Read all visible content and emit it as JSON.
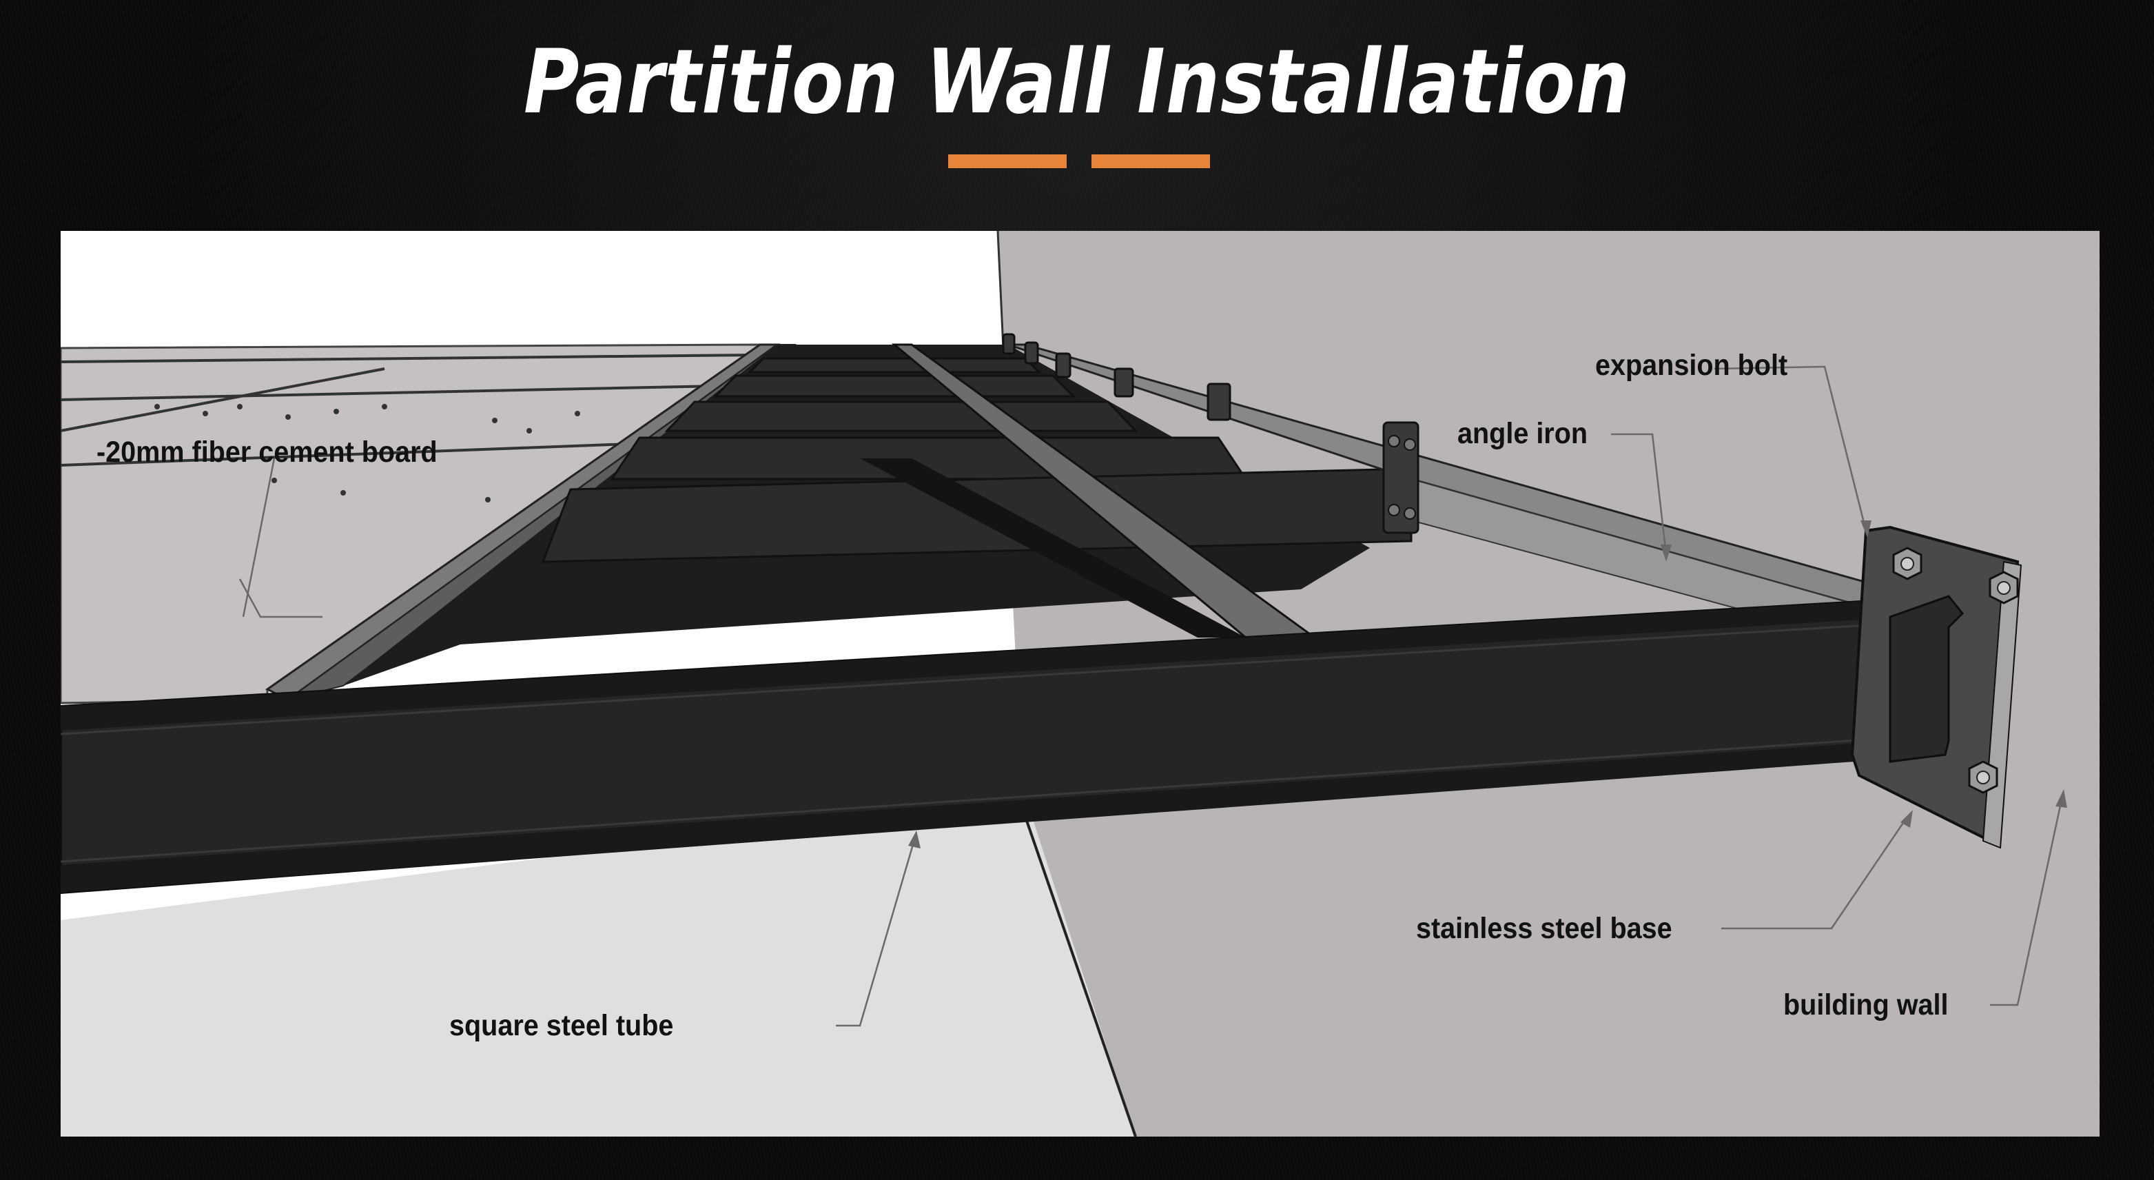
{
  "header": {
    "title": "Partition Wall Installation",
    "accent_color": "#e8843a",
    "accent_bars": 2
  },
  "diagram": {
    "background_colors": {
      "page": "#0b0909",
      "ceiling_white": "#ffffff",
      "floor_light": "#e0dfdf",
      "building_wall": "#b9b5b4",
      "fiber_board": "#c4c1c0",
      "steel_dark": "#262525"
    },
    "labels": {
      "fiber_board": "-20mm fiber cement board",
      "expansion_bolt": "expansion bolt",
      "angle_iron": "angle iron",
      "square_steel_tube": "square steel tube",
      "stainless_steel_base": "stainless steel base",
      "building_wall": "building wall"
    }
  }
}
